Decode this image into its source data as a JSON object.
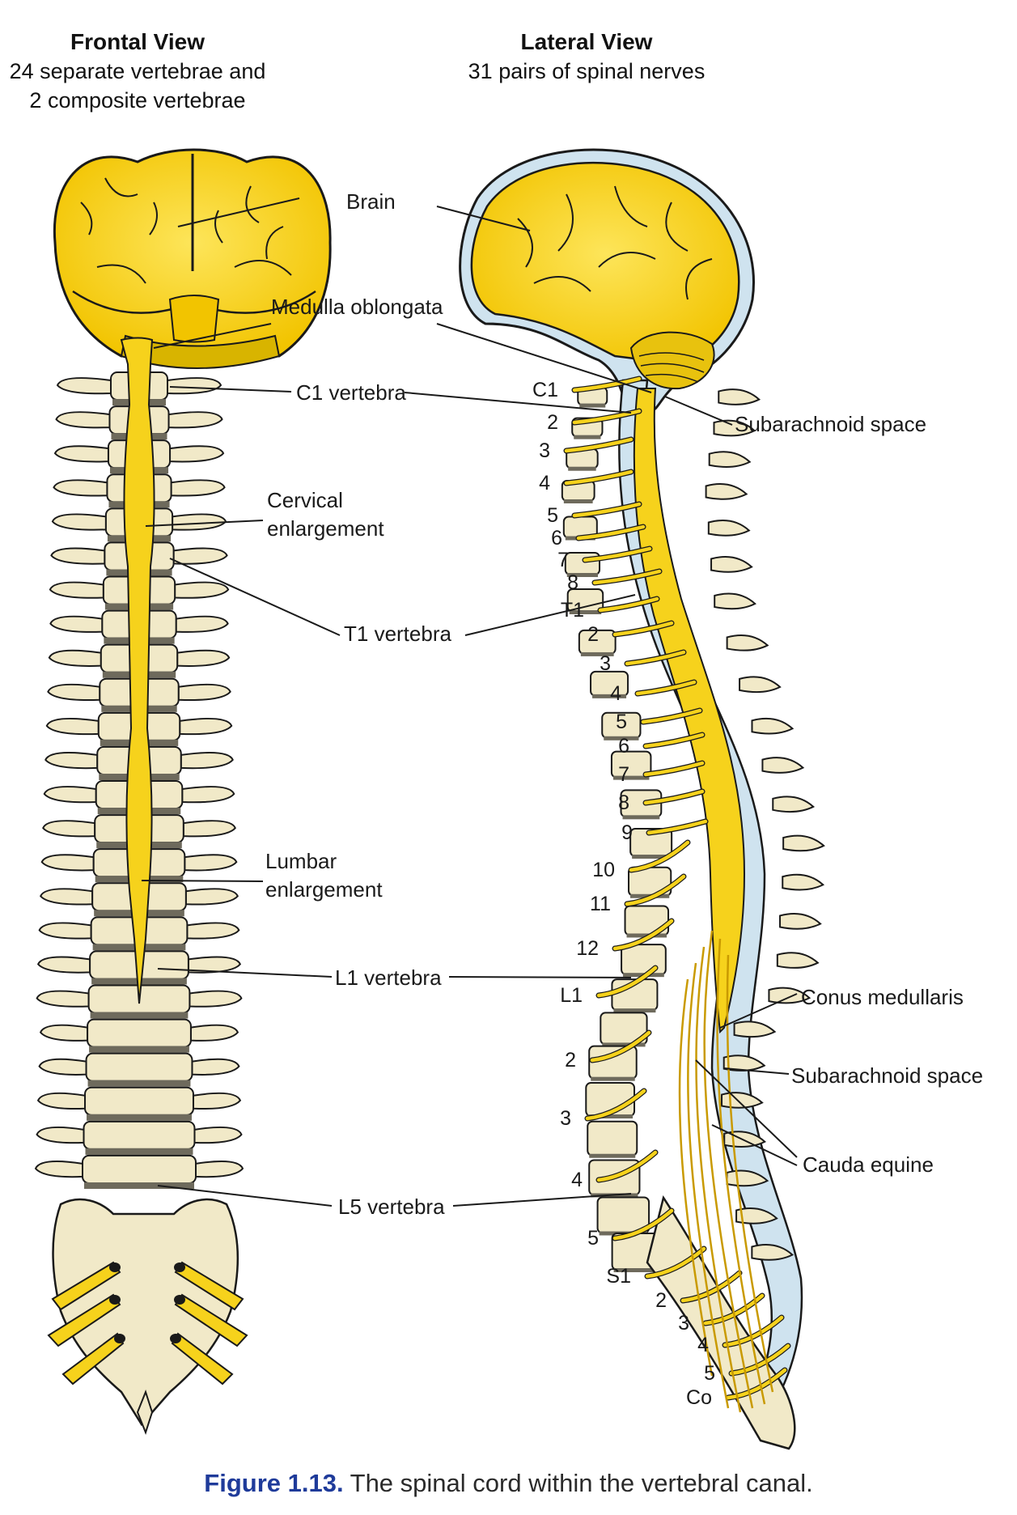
{
  "frontal": {
    "title": "Frontal View",
    "subtitle_line1": "24 separate vertebrae and",
    "subtitle_line2": "2 composite vertebrae"
  },
  "lateral": {
    "title": "Lateral View",
    "subtitle": "31 pairs of spinal nerves"
  },
  "labels": {
    "brain": "Brain",
    "medulla": "Medulla oblongata",
    "c1_vertebra": "C1 vertebra",
    "cervical_line1": "Cervical",
    "cervical_line2": "enlargement",
    "t1_vertebra": "T1 vertebra",
    "lumbar_line1": "Lumbar",
    "lumbar_line2": "enlargement",
    "l1_vertebra": "L1 vertebra",
    "l5_vertebra": "L5 vertebra",
    "subarachnoid_upper": "Subarachnoid space",
    "conus": "Conus medullaris",
    "subarachnoid_lower": "Subarachnoid space",
    "cauda": "Cauda equine"
  },
  "nerve_numbers": {
    "cervical": [
      "C1",
      "2",
      "3",
      "4",
      "5",
      "6",
      "7",
      "8"
    ],
    "thoracic": [
      "T1",
      "2",
      "3",
      "4",
      "5",
      "6",
      "7",
      "8",
      "9",
      "10",
      "11",
      "12"
    ],
    "lumbar": [
      "L1",
      "2",
      "3",
      "4",
      "5"
    ],
    "sacral": [
      "S1",
      "2",
      "3",
      "4",
      "5"
    ],
    "coccygeal": [
      "Co"
    ]
  },
  "caption": {
    "figure_number": "Figure 1.13.",
    "text": " The spinal cord within the vertebral canal."
  },
  "colors": {
    "nerve_yellow": "#f6d21c",
    "bone": "#f1e9c8",
    "bone_shadow": "#b8ab7c",
    "disc": "#6e6a5c",
    "csf_blue": "#cfe3ef",
    "outline": "#1a1a1a",
    "caption_blue": "#1f3b9a"
  }
}
